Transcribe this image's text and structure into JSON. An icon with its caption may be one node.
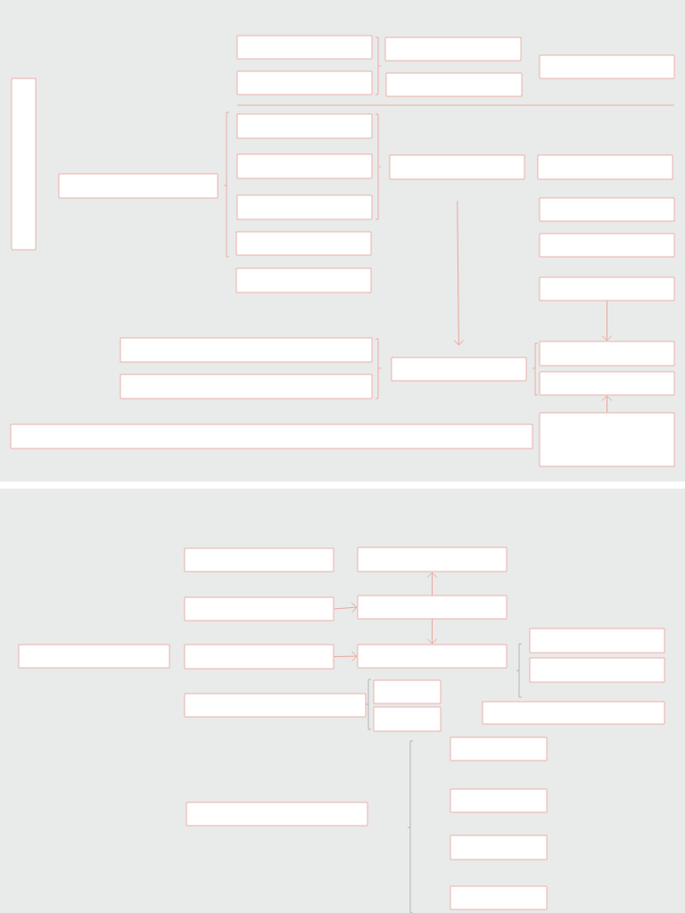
{
  "diagram": {
    "nodes": [
      {
        "text": [],
        "shape": "box"
      },
      {
        "text": [],
        "shape": "box"
      },
      {
        "text": [],
        "shape": "box"
      },
      {
        "text": [],
        "shape": "box"
      },
      {
        "text": [],
        "shape": "box"
      },
      {
        "text": [],
        "shape": "box"
      },
      {
        "text": [],
        "shape": "box"
      },
      {
        "text": [],
        "shape": "box"
      },
      {
        "text": [],
        "shape": "box"
      },
      {
        "text": [],
        "shape": "box"
      },
      {
        "text": [],
        "shape": "box"
      },
      {
        "text": [],
        "shape": "box"
      },
      {
        "text": [],
        "shape": "box"
      },
      {
        "text": [],
        "shape": "box"
      },
      {
        "text": [],
        "shape": "box"
      },
      {
        "text": [],
        "shape": "box"
      },
      {
        "text": [],
        "shape": "box"
      },
      {
        "text": [],
        "shape": "box"
      },
      {
        "text": [],
        "shape": "box"
      },
      {
        "text": [],
        "shape": "box"
      },
      {
        "text": [],
        "shape": "box"
      },
      {
        "text": [],
        "shape": "box"
      },
      {
        "text": [],
        "shape": "box"
      },
      {
        "text": [],
        "shape": "box"
      },
      {
        "text": [],
        "shape": "box"
      },
      {
        "text": [],
        "shape": "box"
      },
      {
        "text": [],
        "shape": "box"
      },
      {
        "text": [],
        "shape": "box"
      },
      {
        "text": [],
        "shape": "box"
      },
      {
        "text": [],
        "shape": "box"
      },
      {
        "text": [],
        "shape": "box"
      },
      {
        "text": [],
        "shape": "box"
      },
      {
        "text": [],
        "shape": "box"
      },
      {
        "text": [],
        "shape": "box"
      },
      {
        "text": [],
        "shape": "box"
      },
      {
        "text": [],
        "shape": "box"
      },
      {
        "text": [],
        "shape": "box"
      },
      {
        "text": [],
        "shape": "box"
      },
      {
        "text": [],
        "shape": "box"
      },
      {
        "text": [],
        "shape": "box"
      },
      {
        "text": [],
        "shape": "box"
      },
      {
        "text": [],
        "shape": "box"
      }
    ],
    "edges": [
      {
        "from": 9,
        "to": 19,
        "arrow": "to"
      },
      {
        "from": 16,
        "to": 18,
        "arrow": "to"
      },
      {
        "from": 23,
        "to": 21,
        "arrow": "to"
      },
      {
        "from": 27,
        "to": 25,
        "arrow": "to"
      },
      {
        "from": 26,
        "to": 27,
        "arrow": "to"
      },
      {
        "from": 27,
        "to": 31,
        "arrow": "to"
      },
      {
        "from": 30,
        "to": 31,
        "arrow": "to"
      }
    ]
  }
}
